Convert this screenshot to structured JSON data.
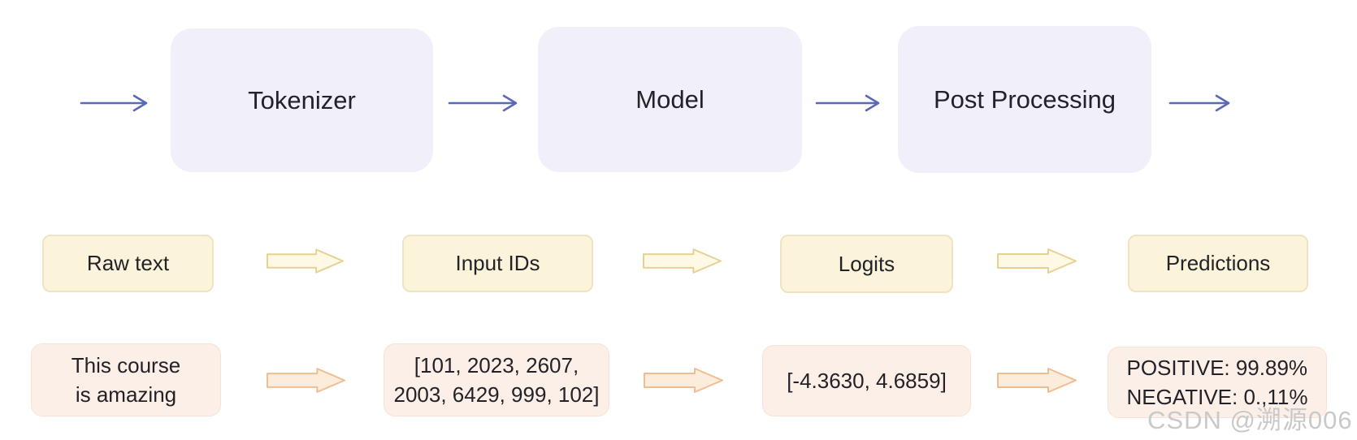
{
  "diagram": {
    "stages": [
      {
        "label": "Tokenizer"
      },
      {
        "label": "Model"
      },
      {
        "label": "Post Processing"
      }
    ],
    "artifacts": [
      {
        "label": "Raw text"
      },
      {
        "label": "Input IDs"
      },
      {
        "label": "Logits"
      },
      {
        "label": "Predictions"
      }
    ],
    "example": [
      {
        "line1": "This course",
        "line2": "is amazing"
      },
      {
        "line1": "[101, 2023, 2607,",
        "line2": "2003, 6429, 999, 102]"
      },
      {
        "line1": "[-4.3630, 4.6859]"
      },
      {
        "line1": "POSITIVE: 99.89%",
        "line2": "NEGATIVE: 0.,11%"
      }
    ]
  },
  "watermark": {
    "text": "CSDN @溯源006"
  },
  "colors": {
    "background": "#ffffff",
    "stage_fill": "#f1f0fa",
    "text_dark": "#222228",
    "arrow_indigo": "#5a68b8",
    "box_yellow_fill": "#fbf4da",
    "box_yellow_border": "#eee4c2",
    "ba_yellow_fill": "#fdf9e5",
    "ba_yellow_stroke": "#e7d094",
    "box_orange_fill": "#fcefe7",
    "box_orange_border": "#f7e3d5",
    "ba_orange_fill": "#fcecdc",
    "ba_orange_stroke": "#f0bd92",
    "watermark_color": "#c9c9c9"
  }
}
